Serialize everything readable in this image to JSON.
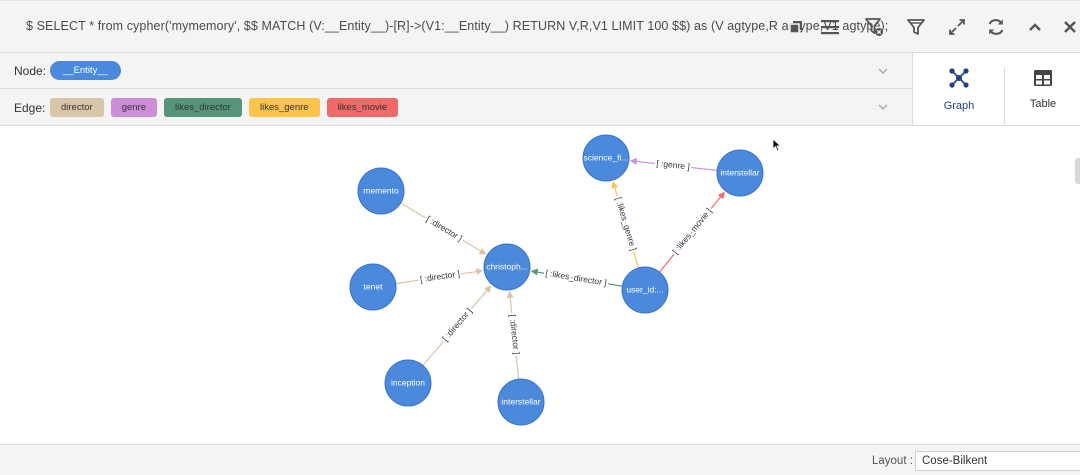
{
  "query": {
    "text": "$ SELECT * from cypher('mymemory', $$ MATCH (V:__Entity__)-[R]->(V1:__Entity__) RETURN V,R,V1 LIMIT 100 $$) as (V agtype,R agtype,V1 agtype);"
  },
  "toolbar": {
    "icons": [
      "copy-icon",
      "list-icon",
      "filter-remove-icon",
      "filter-icon",
      "expand-icon",
      "refresh-icon",
      "chevron-up-icon",
      "close-icon"
    ]
  },
  "legend": {
    "node_label": "Node:",
    "edge_label": "Edge:",
    "nodes": [
      {
        "label": "__Entity__",
        "color": "#4a89dc"
      }
    ],
    "edges": [
      {
        "label": "director",
        "color": "#d9c6a8"
      },
      {
        "label": "genre",
        "color": "#cc8ed6"
      },
      {
        "label": "likes_director",
        "color": "#56957a"
      },
      {
        "label": "likes_genre",
        "color": "#fcc44c"
      },
      {
        "label": "likes_movie",
        "color": "#f06a6a"
      }
    ]
  },
  "views": {
    "graph_label": "Graph",
    "table_label": "Table",
    "active": "Graph"
  },
  "graph": {
    "node_color": "#4a89dc",
    "nodes": [
      {
        "id": "memento",
        "label": "memento"
      },
      {
        "id": "tenet",
        "label": "tenet"
      },
      {
        "id": "inception",
        "label": "inception"
      },
      {
        "id": "interstellar_a",
        "label": "interstellar"
      },
      {
        "id": "christoph",
        "label": "christoph..."
      },
      {
        "id": "user",
        "label": "user_id:..."
      },
      {
        "id": "science",
        "label": "science_fi..."
      },
      {
        "id": "interstellar_b",
        "label": "interstellar"
      }
    ],
    "edges": [
      {
        "from": "memento",
        "to": "christoph",
        "label": "[ :director ]",
        "color": "#d9c6a8"
      },
      {
        "from": "tenet",
        "to": "christoph",
        "label": "[ :director ]",
        "color": "#d9c6a8"
      },
      {
        "from": "inception",
        "to": "christoph",
        "label": "[ :director ]",
        "color": "#d9c6a8"
      },
      {
        "from": "interstellar_a",
        "to": "christoph",
        "label": "[ :director ]",
        "color": "#d9c6a8"
      },
      {
        "from": "user",
        "to": "christoph",
        "label": "[ :likes_director ]",
        "color": "#56957a"
      },
      {
        "from": "user",
        "to": "science",
        "label": "[ :likes_genre ]",
        "color": "#fcc44c"
      },
      {
        "from": "user",
        "to": "interstellar_b",
        "label": "[ :likes_movie ]",
        "color": "#f06a6a"
      },
      {
        "from": "interstellar_b",
        "to": "science",
        "label": "[ :genre ]",
        "color": "#cc8ed6"
      }
    ]
  },
  "footer": {
    "layout_label": "Layout :",
    "layout_value": "Cose-Bilkent"
  }
}
